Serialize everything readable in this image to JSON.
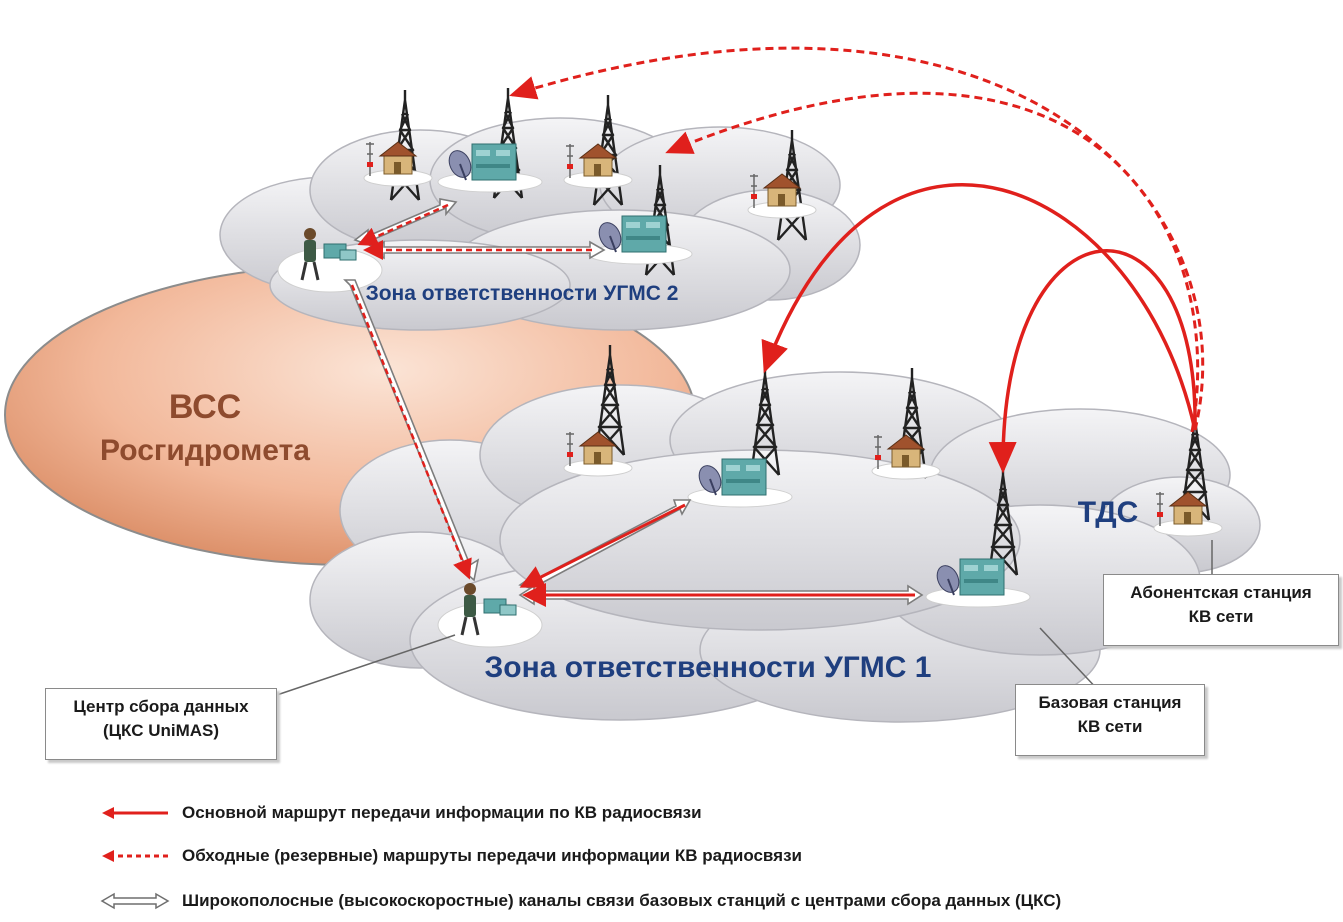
{
  "labels": {
    "zone2": "Зона ответственности УГМС 2",
    "zone1": "Зона ответственности УГМС 1",
    "vcc_line1": "ВСС",
    "vcc_line2": "Росгидромета",
    "tds": "ТДС"
  },
  "callouts": {
    "subscriber": {
      "line1": "Абонентская станция",
      "line2": "КВ сети"
    },
    "base": {
      "line1": "Базовая станция",
      "line2": "КВ сети"
    },
    "center": {
      "line1": "Центр сбора данных",
      "line2": "(ЦКС UniMAS)"
    }
  },
  "legend": [
    {
      "style": "solid-red-arrow",
      "text": "Основной маршрут передачи информации по КВ радиосвязи"
    },
    {
      "style": "dashed-red-arrow",
      "text": "Обходные (резервные) маршруты передачи информации  КВ радиосвязи"
    },
    {
      "style": "hollow-double-arrow",
      "text": "Широкополосные (высокоскоростные) каналы связи базовых станций с центрами сбора данных (ЦКС)"
    }
  ],
  "colors": {
    "route_red": "#e0201c",
    "zone_text": "#1f3f7f",
    "vcc_fill": "#f2b89a",
    "vcc_text": "#8e4b2e",
    "cloud_fill": "#e4e4e8",
    "tower": "#222222",
    "equipment": "#5fa9a9"
  }
}
